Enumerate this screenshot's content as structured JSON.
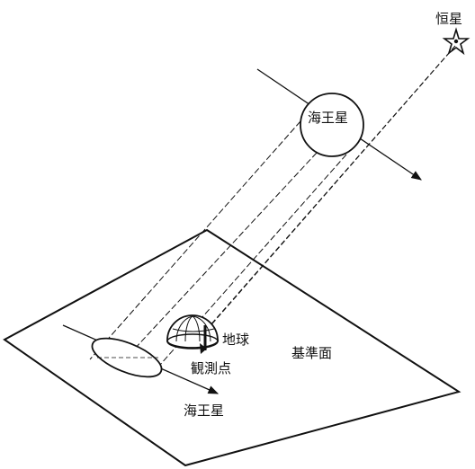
{
  "diagram": {
    "labels": {
      "star": "恒星",
      "neptune_orbit": "海王星",
      "earth": "地球",
      "observation_point": "観測点",
      "reference_plane": "基準面",
      "neptune_shadow": "海王星"
    },
    "colors": {
      "ink": "#111111",
      "background": "#ffffff"
    }
  }
}
